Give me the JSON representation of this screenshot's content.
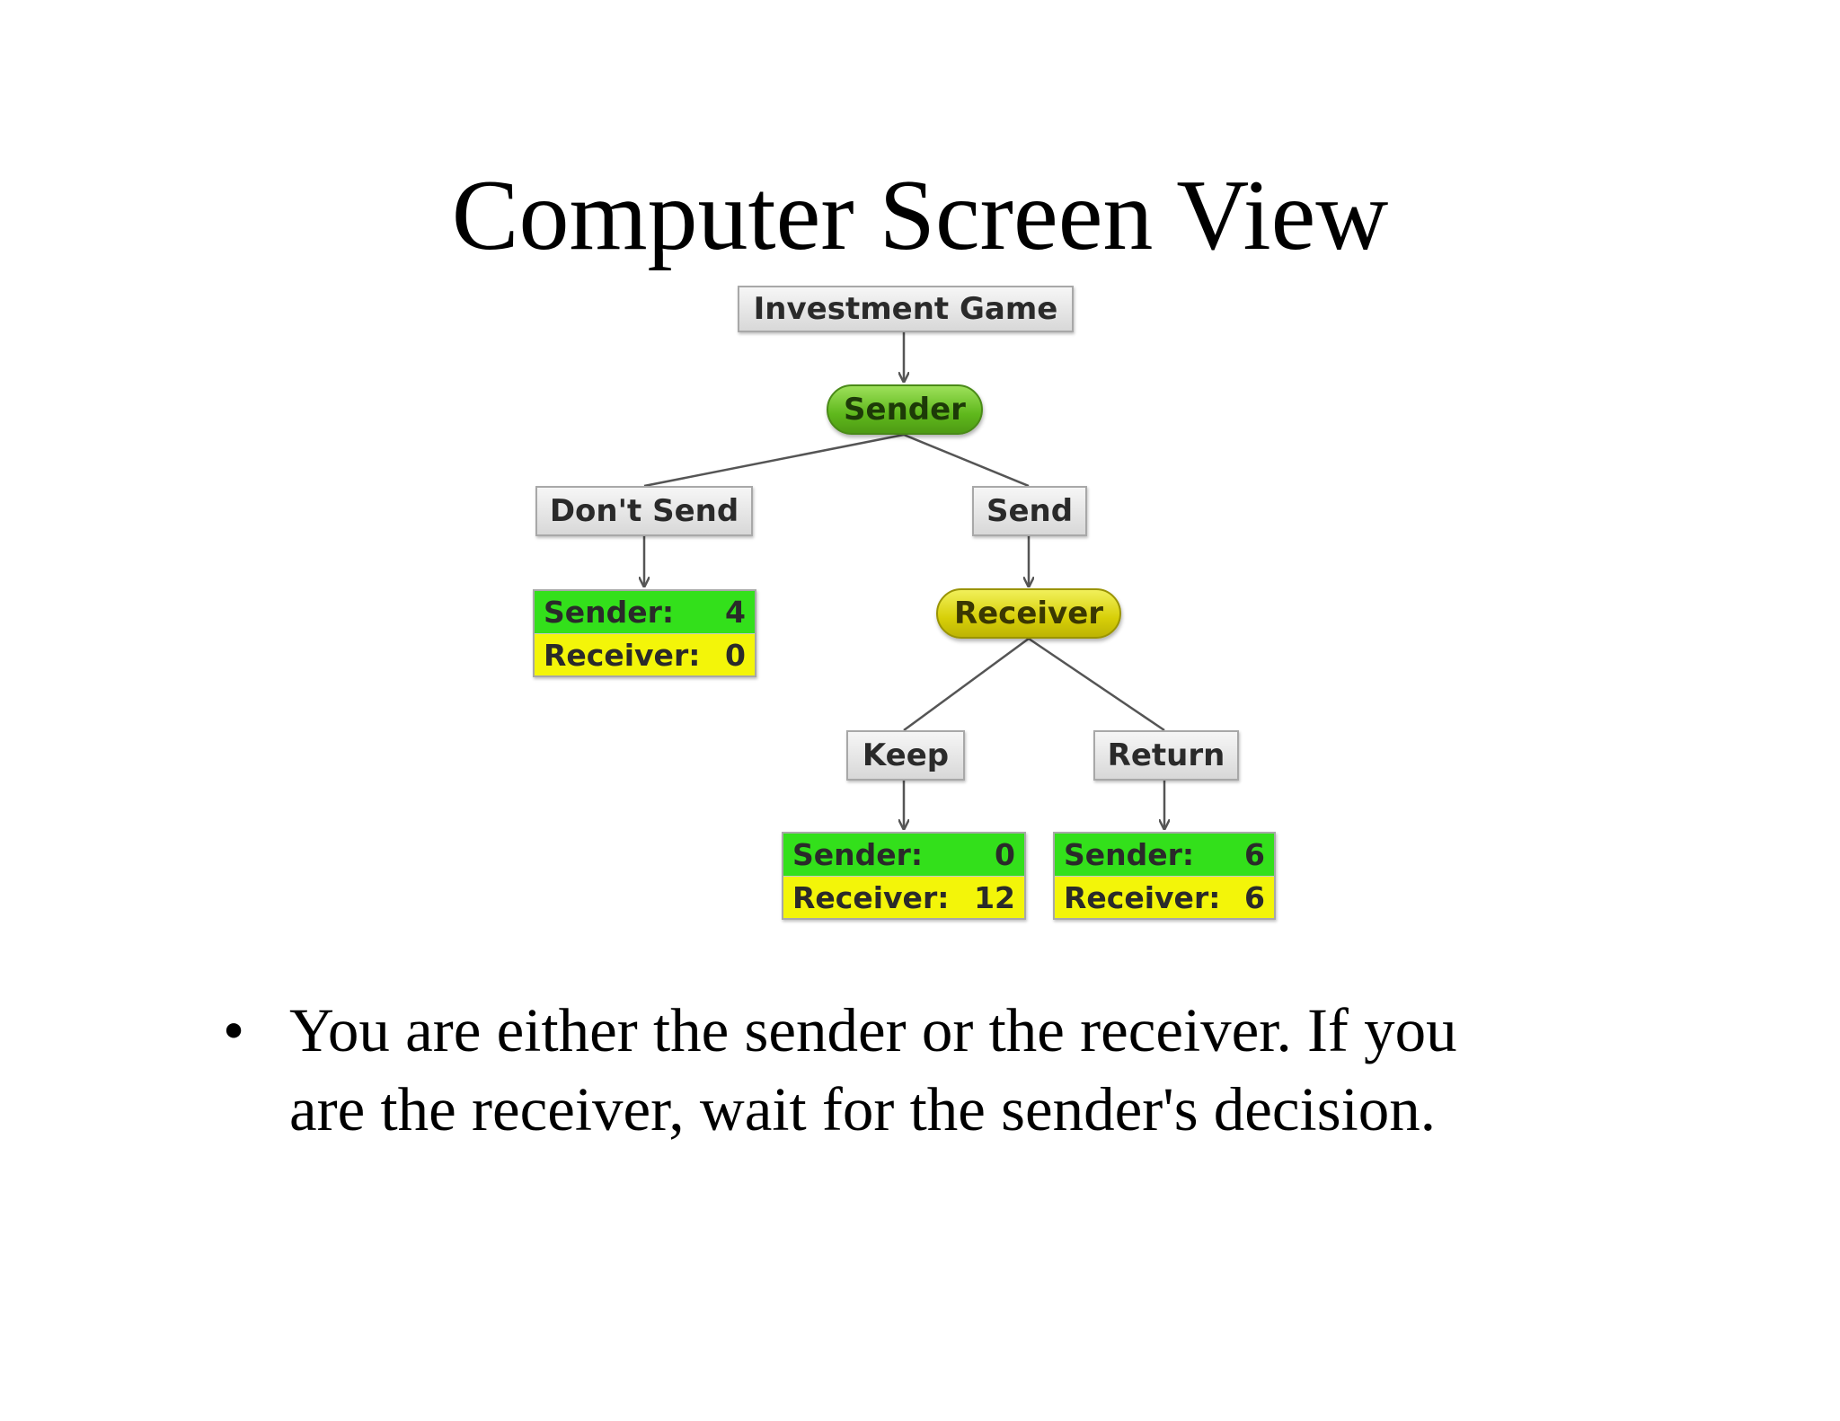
{
  "slide": {
    "title": "Computer Screen View",
    "bullet_symbol": "•",
    "bullet_text": "You are either the sender or the receiver. If you\nare the  receiver, wait for the sender's decision."
  },
  "tree": {
    "root_label": "Investment Game",
    "sender_node": "Sender",
    "receiver_node": "Receiver",
    "actions": {
      "dont_send": "Don't Send",
      "send": "Send",
      "keep": "Keep",
      "return": "Return"
    },
    "payoffs": {
      "dont_send": {
        "sender_label": "Sender:",
        "sender_value": "4",
        "receiver_label": "Receiver:",
        "receiver_value": "0"
      },
      "keep": {
        "sender_label": "Sender:",
        "sender_value": "0",
        "receiver_label": "Receiver:",
        "receiver_value": "12"
      },
      "return": {
        "sender_label": "Sender:",
        "sender_value": "6",
        "receiver_label": "Receiver:",
        "receiver_value": "6"
      }
    },
    "colors": {
      "sender_node": "#5fb81c",
      "receiver_node": "#d7cf08",
      "payoff_sender_row": "#33e01b",
      "payoff_receiver_row": "#f3f509",
      "label_box": "#e4e4e4"
    }
  }
}
